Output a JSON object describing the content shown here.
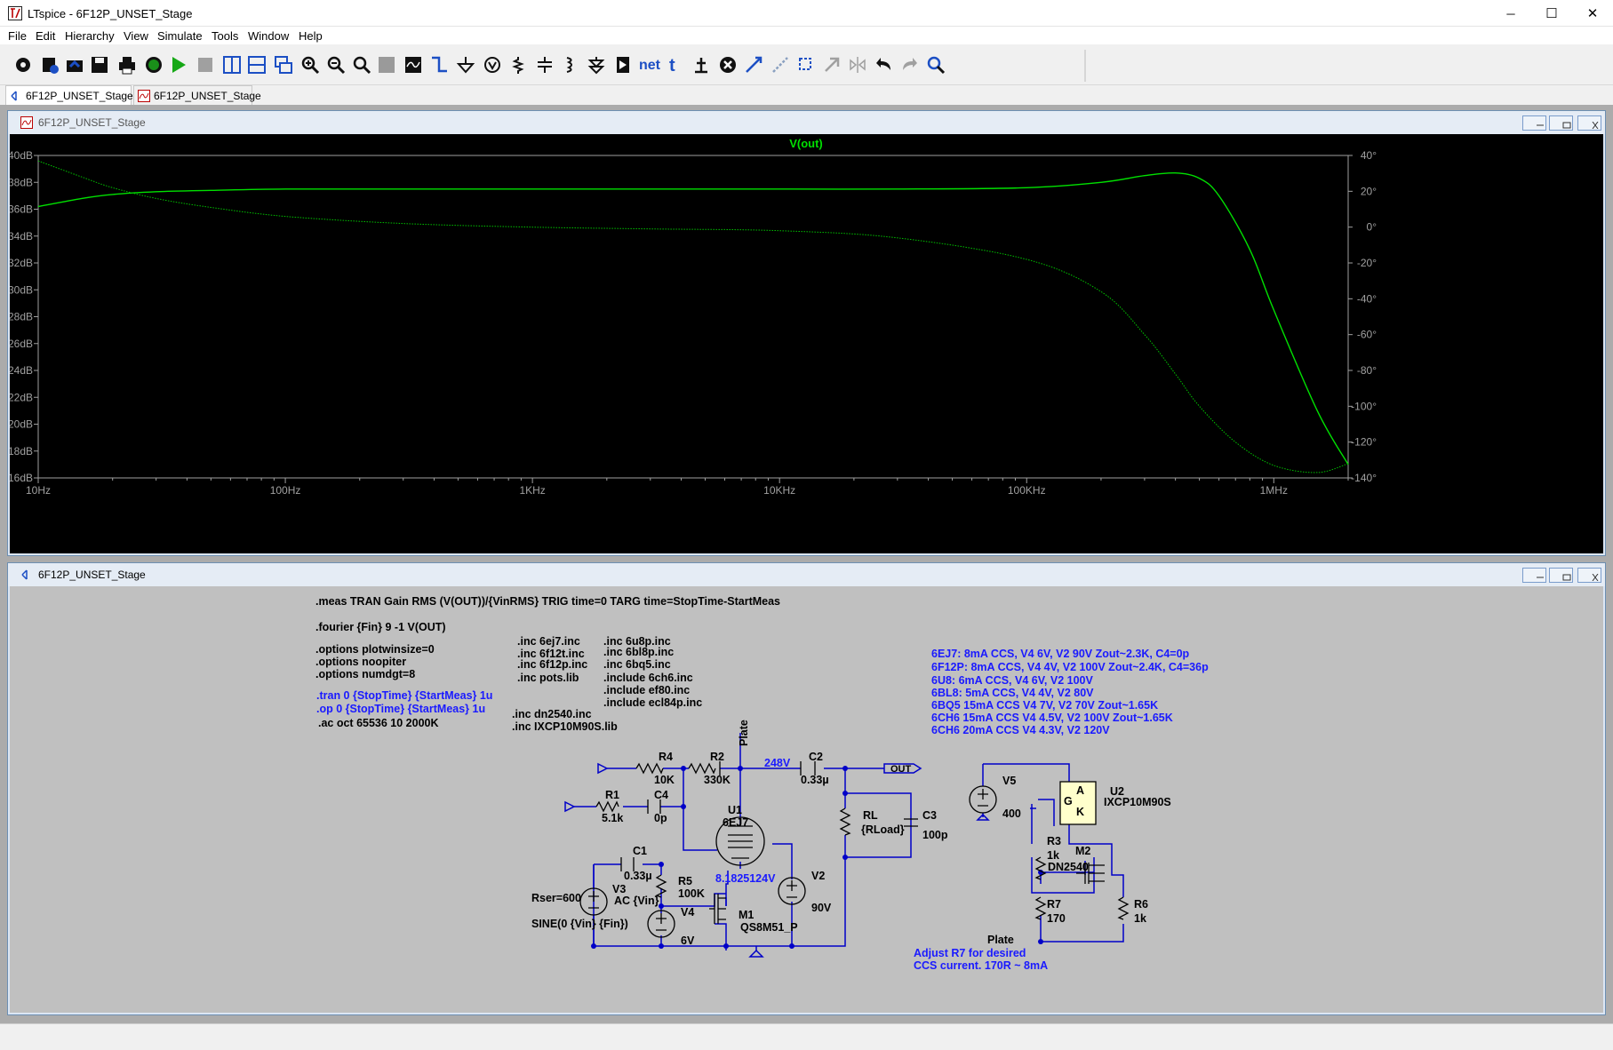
{
  "window": {
    "title": "LTspice - 6F12P_UNSET_Stage",
    "minimize": "─",
    "maximize": "☐",
    "close": "✕"
  },
  "menu": [
    "File",
    "Edit",
    "Hierarchy",
    "View",
    "Simulate",
    "Tools",
    "Window",
    "Help"
  ],
  "toolbar": {
    "icons": [
      "settings-icon",
      "new-schematic-icon",
      "open-icon",
      "save-icon",
      "print-icon",
      "ac-analysis-icon",
      "run-icon",
      "halt-icon",
      "tile-vertical-icon",
      "tile-horizontal-icon",
      "cascade-icon",
      "zoom-in-icon",
      "zoom-out-icon",
      "zoom-fit-icon",
      "zoom-back-icon",
      "autorange-icon",
      "wire-icon",
      "ground-icon",
      "component-icon",
      "resistor-icon",
      "capacitor-icon",
      "inductor-icon",
      "diode-icon",
      "component-symbol-icon",
      "net-label-icon",
      "text-icon",
      "spice-directive-icon",
      "delete-icon",
      "move-icon",
      "drag-icon",
      "rotate-icon",
      "mirror-icon",
      "flip-icon",
      "undo-icon",
      "redo-icon",
      "find-icon"
    ],
    "net_label": "net",
    "text_label": "t"
  },
  "tabs": [
    {
      "label": "6F12P_UNSET_Stage",
      "kind": "schematic"
    },
    {
      "label": "6F12P_UNSET_Stage",
      "kind": "waveform"
    }
  ],
  "plot_window": {
    "title": "6F12P_UNSET_Stage"
  },
  "schematic_window": {
    "title": "6F12P_UNSET_Stage"
  },
  "chart_data": {
    "type": "line",
    "title": "V(out)",
    "x_scale": "log",
    "xlim": [
      10,
      2000000
    ],
    "x_ticks": [
      "10Hz",
      "100Hz",
      "1KHz",
      "10KHz",
      "100KHz",
      "1MHz"
    ],
    "ylim_left": [
      16,
      40
    ],
    "y_ticks_left": [
      "40dB",
      "38dB",
      "36dB",
      "34dB",
      "32dB",
      "30dB",
      "28dB",
      "26dB",
      "24dB",
      "22dB",
      "20dB",
      "18dB",
      "16dB"
    ],
    "ylim_right": [
      -140,
      40
    ],
    "y_ticks_right": [
      "40°",
      "20°",
      "0°",
      "-20°",
      "-40°",
      "-60°",
      "-80°",
      "-100°",
      "-120°",
      "-140°"
    ],
    "grid": false,
    "series": [
      {
        "name": "magnitude",
        "axis": "left",
        "color": "#00e000",
        "style": "solid",
        "x": [
          10,
          15,
          20,
          30,
          50,
          100,
          300,
          1000,
          3000,
          10000,
          30000,
          100000,
          200000,
          300000,
          400000,
          500000,
          600000,
          800000,
          1000000,
          1500000,
          2000000
        ],
        "y": [
          36.2,
          36.8,
          37.1,
          37.3,
          37.4,
          37.5,
          37.5,
          37.5,
          37.5,
          37.5,
          37.5,
          37.6,
          38.0,
          38.5,
          38.7,
          38.3,
          37.0,
          33.0,
          28.5,
          21.0,
          17.0
        ]
      },
      {
        "name": "phase",
        "axis": "right",
        "color": "#00c000",
        "style": "dotted",
        "x": [
          10,
          15,
          20,
          30,
          50,
          100,
          300,
          1000,
          3000,
          10000,
          30000,
          100000,
          200000,
          300000,
          400000,
          500000,
          700000,
          1000000,
          1500000,
          2000000
        ],
        "y": [
          37,
          28,
          22,
          16,
          11,
          6,
          2,
          0,
          -1,
          -2,
          -6,
          -18,
          -36,
          -60,
          -82,
          -100,
          -120,
          -133,
          -137,
          -132
        ]
      }
    ]
  },
  "schematic": {
    "directives": {
      "meas": ".meas TRAN Gain RMS (V(OUT))/{VinRMS} TRIG time=0 TARG time=StopTime-StartMeas",
      "fourier": ".fourier {Fin} 9 -1 V(OUT)",
      "opt1": ".options plotwinsize=0",
      "opt2": ".options noopiter",
      "opt3": ".options numdgt=8",
      "tran": ".tran 0 {StopTime} {StartMeas} 1u",
      "op": ".op 0 {StopTime} {StartMeas} 1u",
      "ac": ".ac oct 65536 10 2000K",
      "inc1": ".inc 6ej7.inc",
      "inc2": ".inc 6f12t.inc",
      "inc3": ".inc 6f12p.inc",
      "inc4": ".inc pots.lib",
      "inc5": ".inc 6u8p.inc",
      "inc6": ".inc 6bl8p.inc",
      "inc7": ".inc 6bq5.inc",
      "inc8": ".include 6ch6.inc",
      "inc9": ".include ef80.inc",
      "inc10": ".include ecl84p.inc",
      "inc11": ".inc dn2540.inc",
      "inc12": ".inc IXCP10M90S.lib"
    },
    "notes": [
      "6EJ7: 8mA CCS, V4 6V, V2 90V Zout~2.3K, C4=0p",
      "6F12P: 8mA CCS, V4 4V, V2 100V Zout~2.4K, C4=36p",
      "6U8: 6mA CCS, V4 6V, V2 100V",
      "6BL8: 5mA CCS, V4 4V, V2 80V",
      "6BQ5  15mA CCS V4 7V, V2 70V Zout~1.65K",
      "6CH6  15mA CCS V4 4.5V, V2 100V Zout~1.65K",
      "6CH6  20mA CCS V4 4.3V, V2 120V"
    ],
    "adjust_note": [
      "Adjust R7 for desired",
      "CCS current. 170R ~ 8mA"
    ],
    "labels": {
      "plate_net": "Plate",
      "plate_net2": "Plate",
      "out_net": "OUT",
      "v248": "248V",
      "v8": "8.1825124V",
      "R4": "R4",
      "R4v": "10K",
      "R2": "R2",
      "R2v": "330K",
      "C2": "C2",
      "C2v": "0.33µ",
      "R1": "R1",
      "R1v": "5.1k",
      "C4": "C4",
      "C4v": "0p",
      "U1": "U1",
      "U1v": "6EJ7",
      "RL": "RL",
      "RLv": "{RLoad}",
      "C3": "C3",
      "C3v": "100p",
      "C1": "C1",
      "C1v": "0.33µ",
      "R5": "R5",
      "R5v": "100K",
      "V3": "V3",
      "V3v": "AC {Vin}",
      "rser": "Rser=600",
      "sine": "SINE(0 {Vin} {Fin})",
      "V4": "V4",
      "V4v": "6V",
      "M1": "M1",
      "M1v": "QS8M51_P",
      "V2": "V2",
      "V2v": "90V",
      "V5": "V5",
      "V5v": "400",
      "U2": "U2",
      "U2v": "IXCP10M90S",
      "U2A": "A",
      "U2G": "G",
      "U2K": "K",
      "R3": "R3",
      "R3v": "1k",
      "M2": "M2",
      "M2v": "DN2540",
      "R7": "R7",
      "R7v": "170",
      "R6": "R6",
      "R6v": "1k"
    }
  }
}
